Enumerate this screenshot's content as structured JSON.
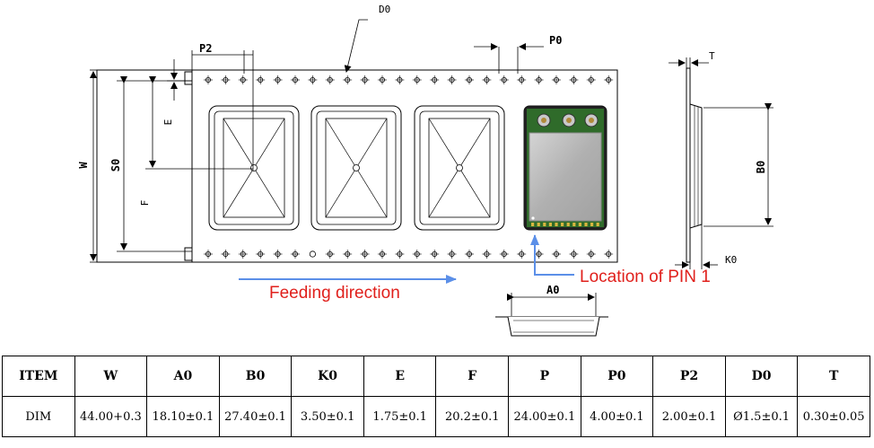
{
  "diagram": {
    "labels": {
      "d0": "D0",
      "p2": "P2",
      "p0": "P0",
      "t": "T",
      "w": "W",
      "s0": "S0",
      "e": "E",
      "f": "F",
      "b0": "B0",
      "k0": "K0",
      "a0": "A0"
    },
    "feeding_direction": "Feeding direction",
    "pin1": "Location of PIN 1",
    "colors": {
      "annotation": "#e0201c",
      "arrow": "#5b8fe8",
      "module_shield": "#b8b8b8",
      "pcb": "#2f6b2a"
    }
  },
  "table": {
    "headers": [
      "ITEM",
      "W",
      "A0",
      "B0",
      "K0",
      "E",
      "F",
      "P",
      "P0",
      "P2",
      "D0",
      "T"
    ],
    "values": [
      "DIM",
      "44.00+0.3",
      "18.10±0.1",
      "27.40±0.1",
      "3.50±0.1",
      "1.75±0.1",
      "20.2±0.1",
      "24.00±0.1",
      "4.00±0.1",
      "2.00±0.1",
      "Ø1.5±0.1",
      "0.30±0.05"
    ]
  }
}
